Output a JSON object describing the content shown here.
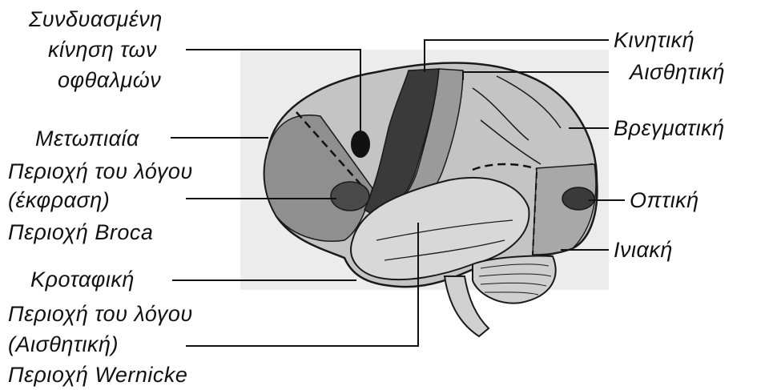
{
  "labels": {
    "eye_movement": [
      "Συνδυασμένη",
      "κίνηση των",
      "οφθαλμών"
    ],
    "frontal": "Μετωπιαία",
    "broca": [
      "Περιοχή του λόγου",
      "(έκφραση)",
      "Περιοχή Broca"
    ],
    "temporal": "Κροταφική",
    "wernicke": [
      "Περιοχή του λόγου",
      "(Αισθητική)",
      "Περιοχή Wernicke"
    ],
    "motor": "Κινητική",
    "sensory": "Αισθητική",
    "parietal": "Βρεγματική",
    "visual": "Οπτική",
    "occipital": "Ινιακή"
  },
  "colors": {
    "ink": "#111111",
    "motor_strip": "#3a3a3a",
    "sensory_strip": "#9a9a9a",
    "frontal_region": "#8f8f8f",
    "occipital_region": "#a8a8a8",
    "speech_area": "#4a4a4a",
    "brain_base": "#c4c4c4",
    "outline": "#1a1a1a"
  }
}
